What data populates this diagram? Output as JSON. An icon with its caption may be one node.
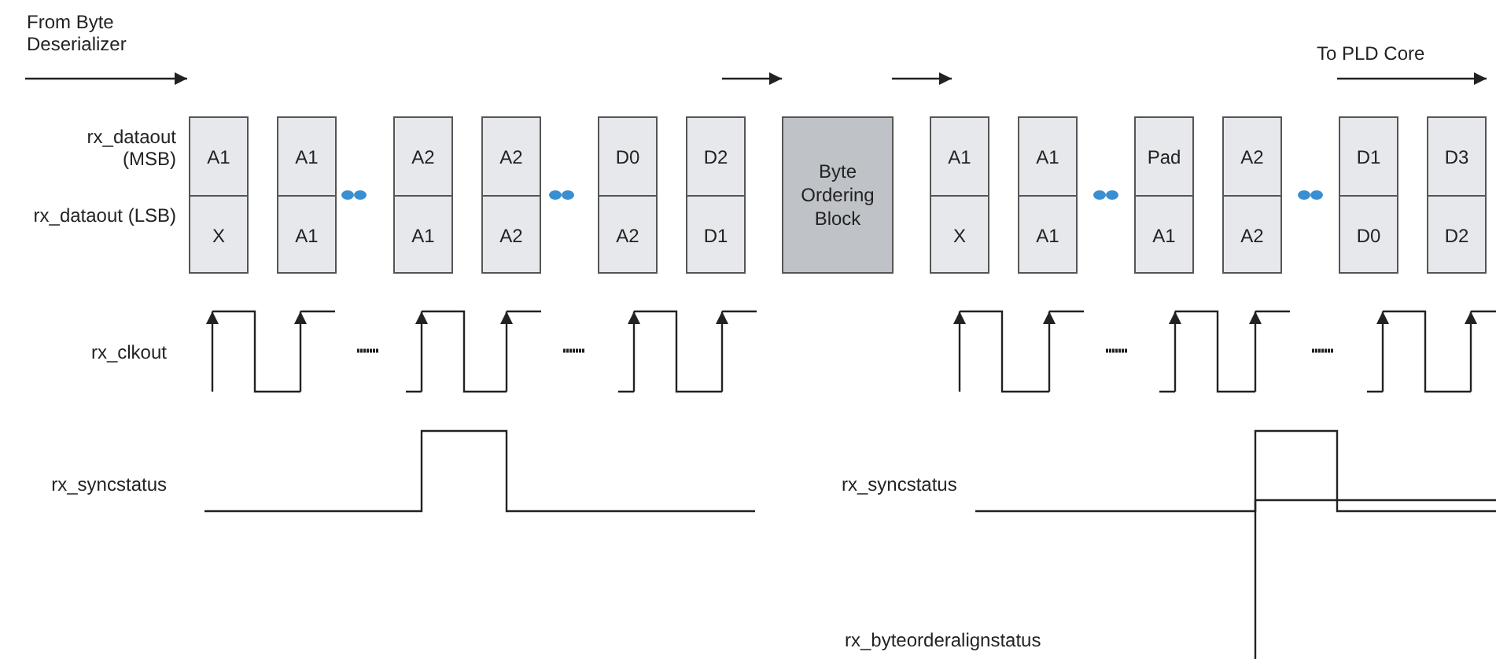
{
  "diagram": {
    "nodes": [
      {
        "text": [
          "A1",
          "X"
        ]
      },
      {
        "text": [
          "A1",
          "A1"
        ]
      },
      {
        "text": [
          "A2",
          "A1"
        ]
      },
      {
        "text": [
          "A2",
          "A2"
        ]
      },
      {
        "text": [
          "D0",
          "A2"
        ]
      },
      {
        "text": [
          "D2",
          "D1"
        ]
      },
      {
        "text": [
          "Byte Ordering Block"
        ]
      },
      {
        "text": [
          "A1",
          "X"
        ]
      },
      {
        "text": [
          "A1",
          "A1"
        ]
      },
      {
        "text": [
          "Pad",
          "A1"
        ]
      },
      {
        "text": [
          "A2",
          "A2"
        ]
      },
      {
        "text": [
          "D1",
          "D0"
        ]
      },
      {
        "text": [
          "D3",
          "D2"
        ]
      }
    ],
    "labels": [
      "From Byte Deserializer",
      "To PLD Core",
      "rx_dataout (MSB)",
      "rx_dataout (LSB)",
      "rx_clkout",
      "rx_syncstatus",
      "rx_syncstatus",
      "rx_byteorderalignstatus"
    ]
  }
}
